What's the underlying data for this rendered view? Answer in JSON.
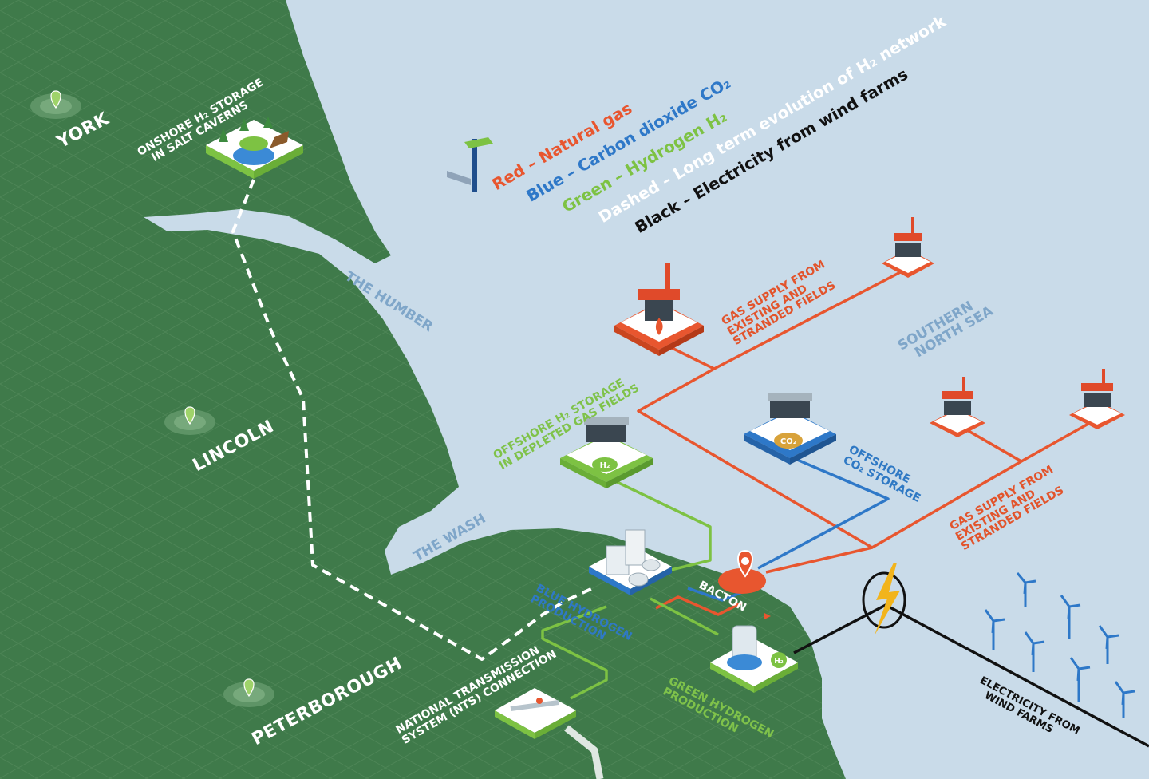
{
  "cities": [
    {
      "id": "york",
      "label": "YORK"
    },
    {
      "id": "lincoln",
      "label": "LINCOLN"
    },
    {
      "id": "peterborough",
      "label": "PETERBOROUGH"
    }
  ],
  "water_labels": {
    "humber": "THE HUMBER",
    "wash": "THE WASH",
    "north_sea": [
      "SOUTHERN",
      "NORTH SEA"
    ]
  },
  "legend": [
    {
      "text": "Red – Natural gas",
      "color": "#e8562f"
    },
    {
      "text": "Blue – Carbon dioxide CO₂",
      "color": "#2e78c8"
    },
    {
      "text": "Green – Hydrogen H₂",
      "color": "#7dc243"
    },
    {
      "text": "Dashed – Long term evolution of H₂ network",
      "color": "#ffffff"
    },
    {
      "text": "Black – Electricity from wind farms",
      "color": "#111111"
    }
  ],
  "sites": {
    "onshore_storage": [
      "ONSHORE H₂ STORAGE",
      "IN SALT CAVERNS"
    ],
    "offshore_h2_storage": [
      "OFFSHORE H₂ STORAGE",
      "IN DEPLETED GAS FIELDS"
    ],
    "gas_supply_north": [
      "GAS SUPPLY FROM",
      "EXISTING AND",
      "STRANDED FIELDS"
    ],
    "gas_supply_south": [
      "GAS SUPPLY FROM",
      "EXISTING AND",
      "STRANDED FIELDS"
    ],
    "offshore_co2": [
      "OFFSHORE",
      "CO₂ STORAGE"
    ],
    "bacton": "BACTON",
    "blue_hydrogen": [
      "BLUE HYDROGEN",
      "PRODUCTION"
    ],
    "green_hydrogen": [
      "GREEN HYDROGEN",
      "PRODUCTION"
    ],
    "nts": [
      "NATIONAL TRANSMISSION",
      "SYSTEM (NTS) CONNECTION"
    ],
    "wind": [
      "ELECTRICITY FROM",
      "WIND FARMS"
    ]
  },
  "icon_text": {
    "h2": "H₂",
    "co2": "CO₂"
  },
  "colors": {
    "land": "#3f7a4a",
    "sea": "#c9dbe9",
    "natural_gas": "#e8562f",
    "co2": "#2e78c8",
    "hydrogen": "#7dc243",
    "electricity": "#111111",
    "dashed": "#ffffff"
  }
}
